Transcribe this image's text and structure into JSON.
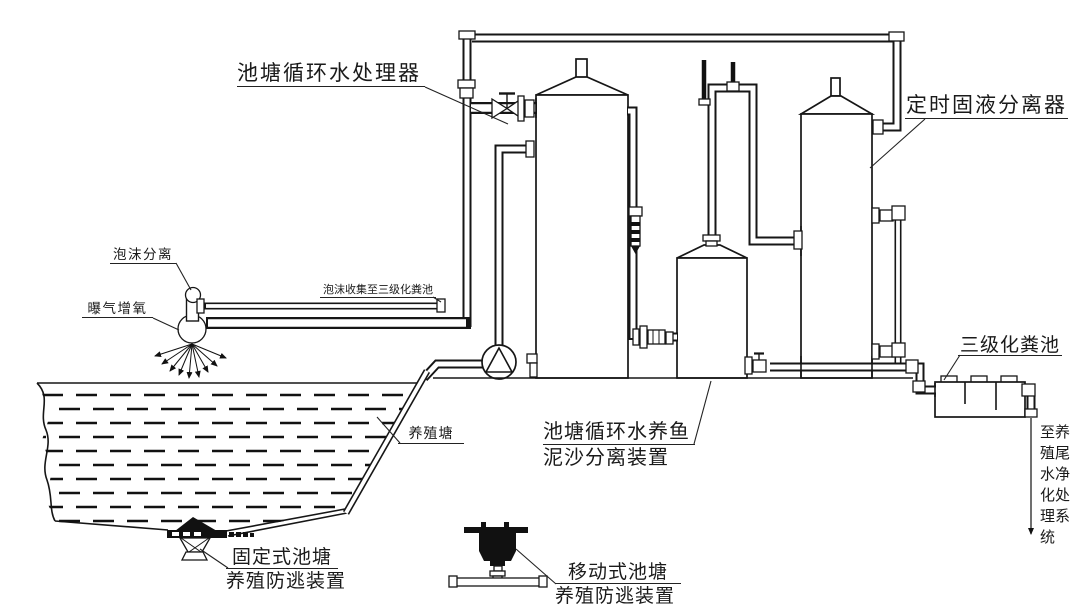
{
  "diagram": {
    "labels": {
      "processor": "池塘循环水处理器",
      "timed_separator": "定时固液分离器",
      "foam_separation": "泡沫分离",
      "aeration": "曝气增氧",
      "foam_collection": "泡沫收集至三级化粪池",
      "pond": "养殖塘",
      "sediment_line1": "池塘循环水养鱼",
      "sediment_line2": "泥沙分离装置",
      "septic": "三级化粪池",
      "outlet": "至养殖尾水净化处理系统",
      "fixed_line1": "固定式池塘",
      "fixed_line2": "养殖防逃装置",
      "mobile_line1": "移动式池塘",
      "mobile_line2": "养殖防逃装置"
    },
    "colors": {
      "line": "#161616",
      "background": "#ffffff",
      "fill_dark": "#111111"
    }
  }
}
